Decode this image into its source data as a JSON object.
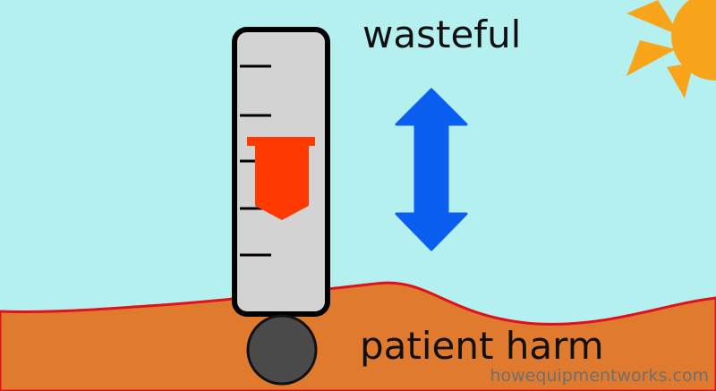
{
  "labels": {
    "top": "wasteful",
    "bottom": "patient harm"
  },
  "watermark": "howequipmentworks.com",
  "colors": {
    "sky": "#b4f0ef",
    "ground": "#e07a2e",
    "ground_edge": "#e0101e",
    "tube_fill": "#d3d3d3",
    "tube_outline": "#000000",
    "float": "#ff3a00",
    "arrow": "#0a5ef0",
    "sun": "#f8a51b",
    "ball": "#4a4a4a"
  },
  "icons": {
    "gauge": "flowmeter-tube-icon",
    "indicator": "float-icon",
    "adjust": "double-arrow-icon",
    "sun": "sun-icon",
    "ball": "ball-icon"
  }
}
